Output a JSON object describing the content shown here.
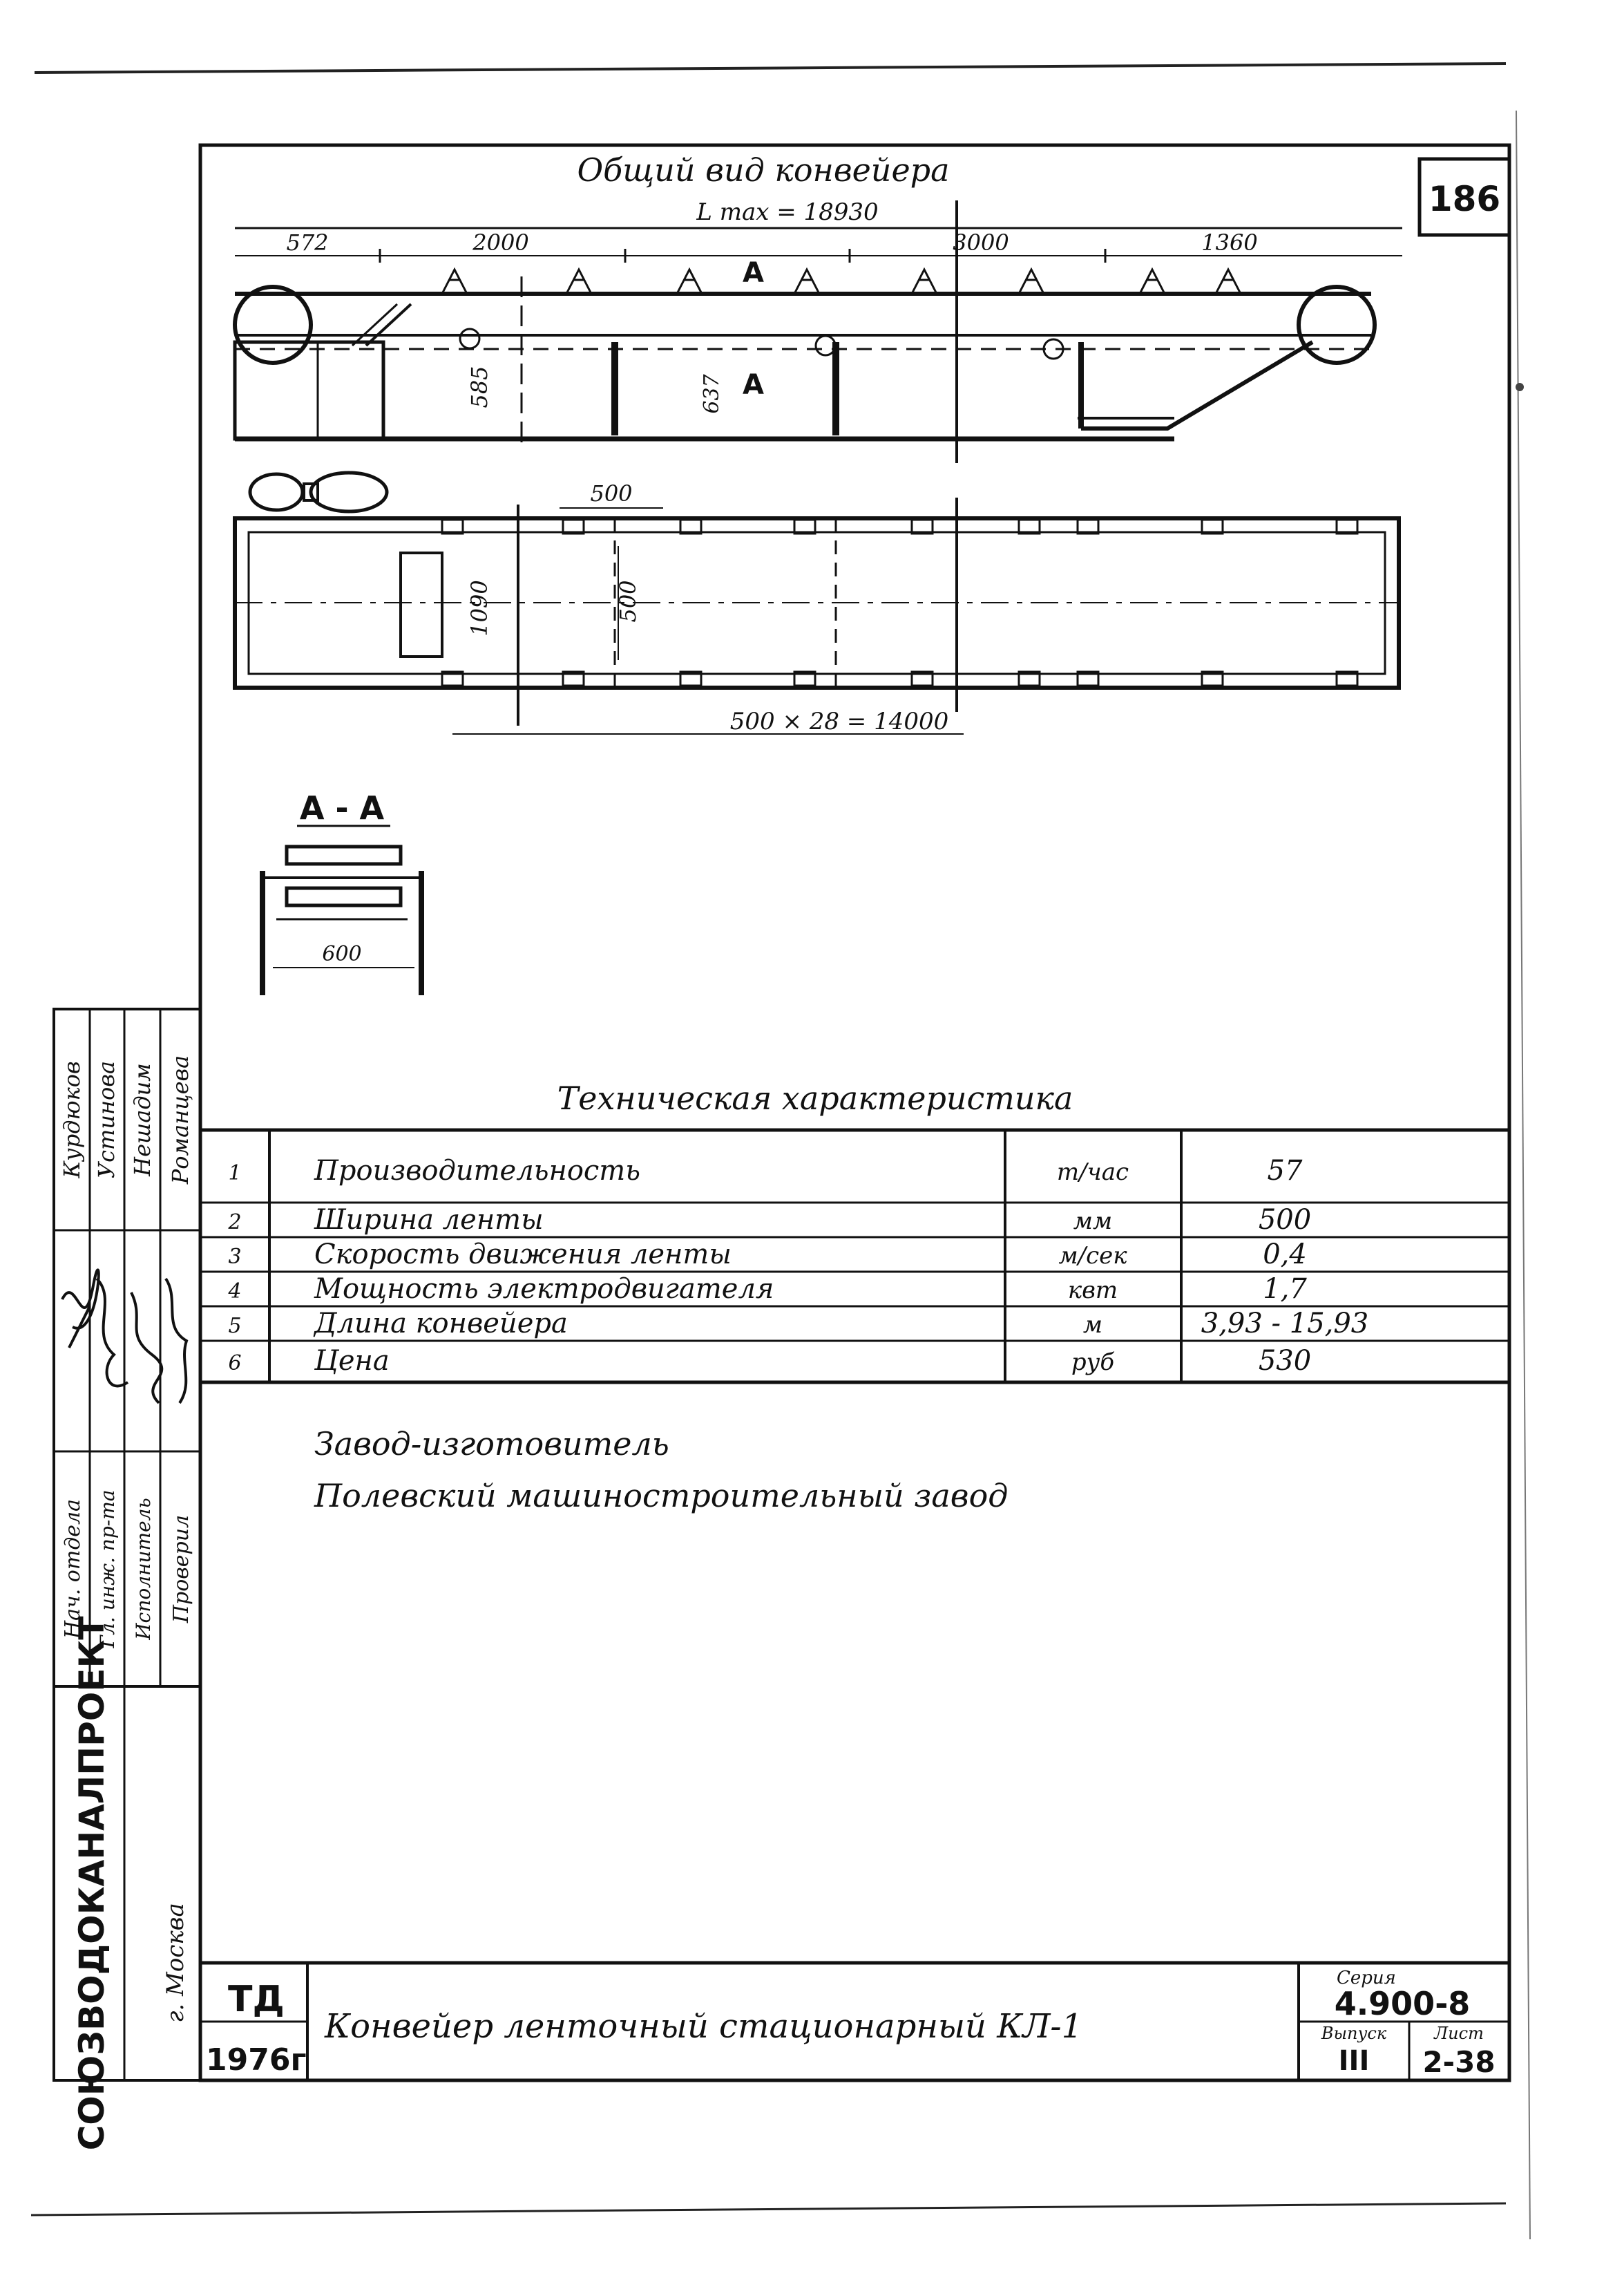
{
  "sheet_number": "186",
  "general_view": {
    "title": "Общий вид конвейера",
    "length_label": "L max = 18930",
    "dims_top": [
      "572",
      "2000",
      "3000",
      "1360"
    ],
    "section_marker": "А",
    "height_1": "585",
    "height_2": "637",
    "plan_dim_top": "500",
    "plan_width_frame": "1090",
    "plan_width_belt": "500",
    "plan_bottom_dim": "500 × 28 = 14000"
  },
  "section": {
    "title": "А - А",
    "width_dim": "600"
  },
  "spec": {
    "title": "Техническая характеристика",
    "rows": [
      {
        "n": "1",
        "name": "Производительность",
        "unit": "т/час",
        "value": "57"
      },
      {
        "n": "2",
        "name": "Ширина ленты",
        "unit": "мм",
        "value": "500"
      },
      {
        "n": "3",
        "name": "Скорость движения ленты",
        "unit": "м/сек",
        "value": "0,4"
      },
      {
        "n": "4",
        "name": "Мощность электродвигателя",
        "unit": "квт",
        "value": "1,7"
      },
      {
        "n": "5",
        "name": "Длина конвейера",
        "unit": "м",
        "value": "3,93 - 15,93"
      },
      {
        "n": "6",
        "name": "Цена",
        "unit": "руб",
        "value": "530"
      }
    ]
  },
  "manufacturer": {
    "label": "Завод-изготовитель",
    "name": "Полевский машиностроительный завод"
  },
  "stamp": {
    "org": "СОЮЗВОДОКАНАЛПРОЕКТ",
    "city": "г. Москва",
    "roles": [
      "Нач. отдела",
      "Гл. инж. пр-та",
      "Исполнитель",
      "Проверил"
    ],
    "names": [
      "Курдюков",
      "Устинова",
      "Нешадим",
      "Романцева"
    ],
    "td": "ТД",
    "year": "1976г",
    "drawing_title": "Конвейер ленточный стационарный КЛ-1",
    "series_label": "Серия",
    "series_value": "4.900-8",
    "issue_label": "Выпуск",
    "issue_value": "III",
    "sheet_label": "Лист",
    "sheet_value": "2-38"
  }
}
